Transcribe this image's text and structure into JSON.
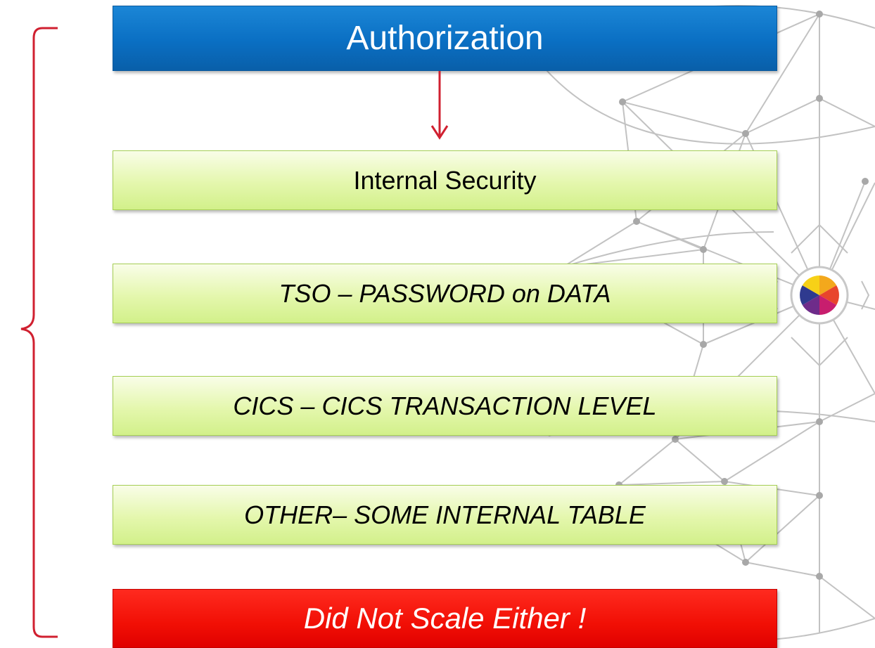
{
  "header": {
    "title": "Authorization"
  },
  "steps": [
    {
      "label": "Internal Security",
      "italic": false
    },
    {
      "label": "TSO – PASSWORD on DATA",
      "italic": true
    },
    {
      "label": "CICS – CICS TRANSACTION LEVEL",
      "italic": true
    },
    {
      "label": "OTHER– SOME INTERNAL TABLE",
      "italic": true
    }
  ],
  "conclusion": {
    "label": "Did Not Scale Either !"
  },
  "colors": {
    "title_box": "#0a6fc3",
    "step_box": "#e4f7ad",
    "conclusion_box": "#f10f05",
    "bracket": "#d02030",
    "arrow": "#d02030",
    "line_art": "#b0b0b0"
  },
  "icons": {
    "connector": "down-arrow-icon",
    "bracket": "curly-brace-icon",
    "emblem": "color-wheel-icon"
  }
}
